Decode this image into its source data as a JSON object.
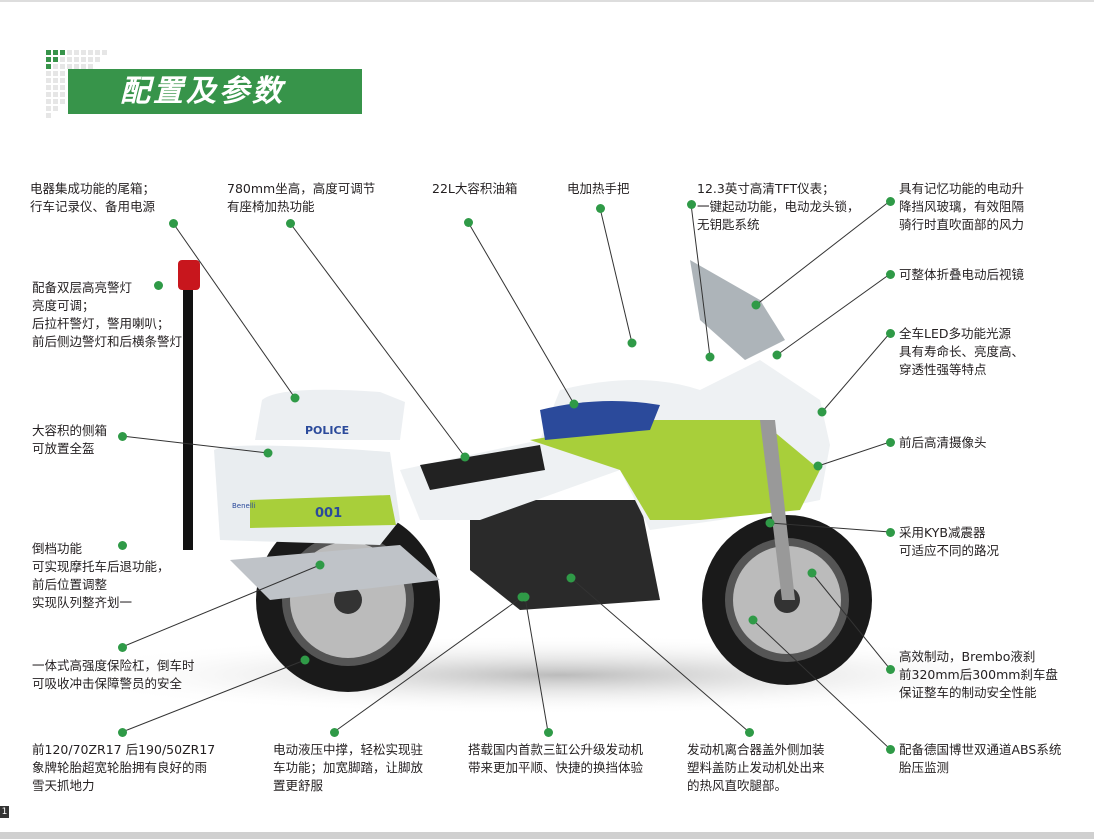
{
  "title": "配置及参数",
  "page_number": "1",
  "accent_color": "#37944a",
  "bike_text": {
    "police": "POLICE",
    "number": "001",
    "brand": "Benelli"
  },
  "notes": [
    {
      "id": "tail-box",
      "text": "电器集成功能的尾箱；\n行车记录仪、备用电源"
    },
    {
      "id": "seat",
      "text": "780mm坐高，高度可调节\n有座椅加热功能"
    },
    {
      "id": "fuel-tank",
      "text": "22L大容积油箱"
    },
    {
      "id": "heated-grip",
      "text": "电加热手把"
    },
    {
      "id": "dashboard",
      "text": "12.3英寸高清TFT仪表；\n一键起动功能，电动龙头锁，\n无钥匙系统"
    },
    {
      "id": "windshield",
      "text": "具有记忆功能的电动升\n降挡风玻璃，有效阻隔\n骑行时直吹面部的风力"
    },
    {
      "id": "mirror",
      "text": "可整体折叠电动后视镜"
    },
    {
      "id": "led",
      "text": "全车LED多功能光源\n具有寿命长、亮度高、\n穿透性强等特点"
    },
    {
      "id": "camera",
      "text": "前后高清摄像头"
    },
    {
      "id": "suspension",
      "text": "采用KYB减震器\n可适应不同的路况"
    },
    {
      "id": "brake",
      "text": "高效制动，Brembo液刹\n前320mm后300mm刹车盘\n保证整车的制动安全性能"
    },
    {
      "id": "abs",
      "text": "配备德国博世双通道ABS系统\n胎压监测"
    },
    {
      "id": "clutch-cover",
      "text": "发动机离合器盖外侧加装\n塑料盖防止发动机处出来\n的热风直吹腿部。"
    },
    {
      "id": "engine",
      "text": "搭载国内首款三缸公升级发动机\n带来更加平顺、快捷的换挡体验"
    },
    {
      "id": "center-stand",
      "text": "电动液压中撑，轻松实现驻\n车功能；加宽脚踏，让脚放\n置更舒服"
    },
    {
      "id": "tires",
      "text": "前120/70ZR17 后190/50ZR17\n象牌轮胎超宽轮胎拥有良好的雨\n雪天抓地力"
    },
    {
      "id": "bumper",
      "text": "一体式高强度保险杠，倒车时\n可吸收冲击保障警员的安全"
    },
    {
      "id": "reverse",
      "text": "倒档功能\n可实现摩托车后退功能，\n前后位置调整\n实现队列整齐划一"
    },
    {
      "id": "side-case",
      "text": "大容积的侧箱\n可放置全盔"
    },
    {
      "id": "warning-light",
      "text": "配备双层高亮警灯\n亮度可调；\n后拉杆警灯，警用喇叭；\n前后侧边警灯和后横条警灯"
    }
  ]
}
